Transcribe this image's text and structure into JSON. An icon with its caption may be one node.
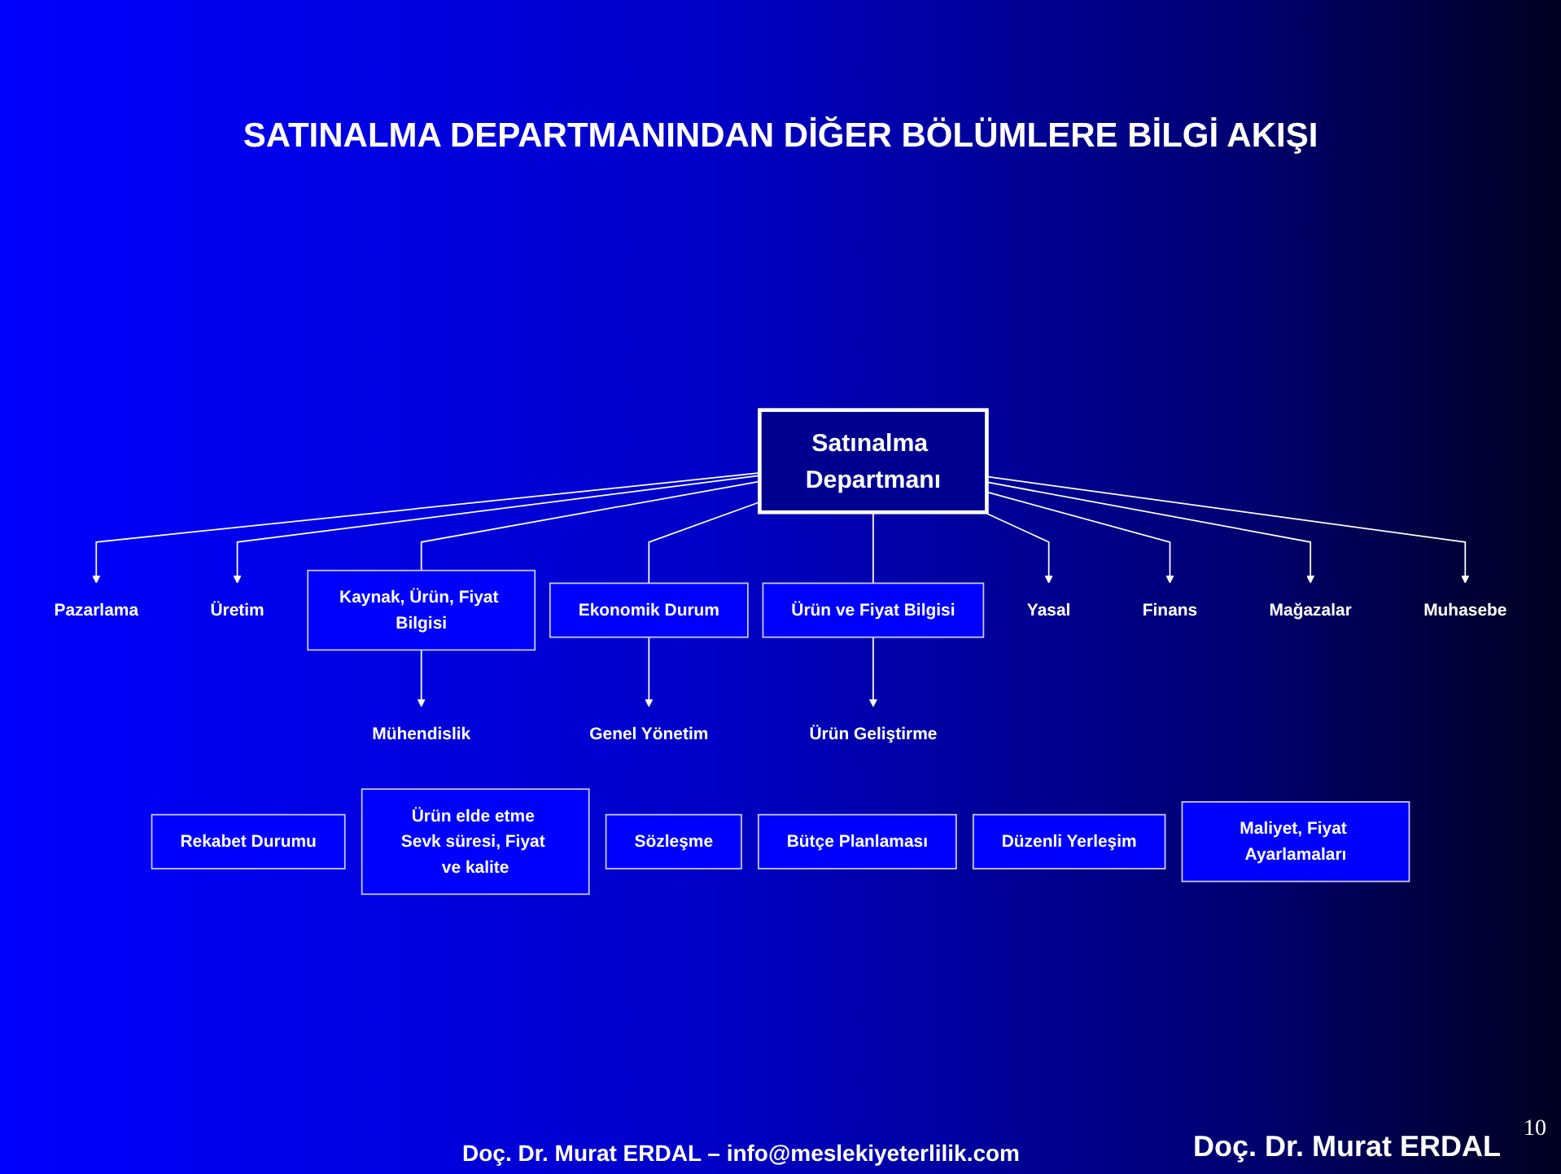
{
  "diagram": {
    "title": "SATINALMA DEPARTMANINDAN DİĞER BÖLÜMLERE BİLGİ AKIŞI",
    "nodes": [
      {
        "text": [
          "Ürün Geliştirme"
        ]
      },
      {
        "text": [
          "Mühendislik"
        ]
      },
      {
        "text": [
          "Genel Yönetim"
        ]
      },
      {
        "text": [
          "Pazarlama"
        ]
      },
      {
        "text": [
          "Üretim"
        ]
      },
      {
        "text": [
          "Kaynak, Ürün, Fiyat Bilgisi"
        ]
      },
      {
        "text": [
          "Ekonomik Durum"
        ]
      },
      {
        "text": [
          "Ürün ve Fiyat Bilgisi"
        ]
      },
      {
        "text": [
          "Ürün elde etme Sevk süresi, Fiyat ve kalite"
        ]
      },
      {
        "text": [
          "Rekabet Durumu"
        ]
      },
      {
        "text": [
          "Yasal"
        ]
      },
      {
        "text": [
          "Sözleşme"
        ]
      },
      {
        "text": [
          "Finans"
        ]
      },
      {
        "text": [
          "Satınalma Departmanı"
        ]
      },
      {
        "text": [
          "Bütçe Planlaması"
        ]
      },
      {
        "text": [
          "Mağazalar"
        ]
      },
      {
        "text": [
          "Muhasebe"
        ]
      },
      {
        "text": [
          "Düzenli Yerleşim"
        ]
      },
      {
        "text": [
          "Maliyet, Fiyat Ayarlamaları"
        ]
      }
    ],
    "edges": [
      {
        "from": 13,
        "to": 4,
        "arrow": "to"
      },
      {
        "from": 13,
        "to": 5,
        "arrow": "none"
      },
      {
        "from": 5,
        "to": 1,
        "arrow": "to"
      },
      {
        "from": 13,
        "to": 6,
        "arrow": "none"
      },
      {
        "from": 6,
        "to": 2,
        "arrow": "to"
      },
      {
        "from": 13,
        "to": 7,
        "arrow": "none"
      },
      {
        "from": 7,
        "to": 0,
        "arrow": "to"
      },
      {
        "from": 13,
        "to": 3,
        "arrow": "to"
      },
      {
        "from": 13,
        "to": 12,
        "arrow": "to"
      },
      {
        "from": 13,
        "to": 16,
        "arrow": "to"
      },
      {
        "from": 13,
        "to": 10,
        "arrow": "to"
      },
      {
        "from": 13,
        "to": 15,
        "arrow": "to"
      }
    ],
    "labels": [
      "Doç. Dr. Murat ERDAL – info@meslekiyeterlilik.com",
      "Doç. Dr. Murat ERDAL",
      "10"
    ]
  }
}
